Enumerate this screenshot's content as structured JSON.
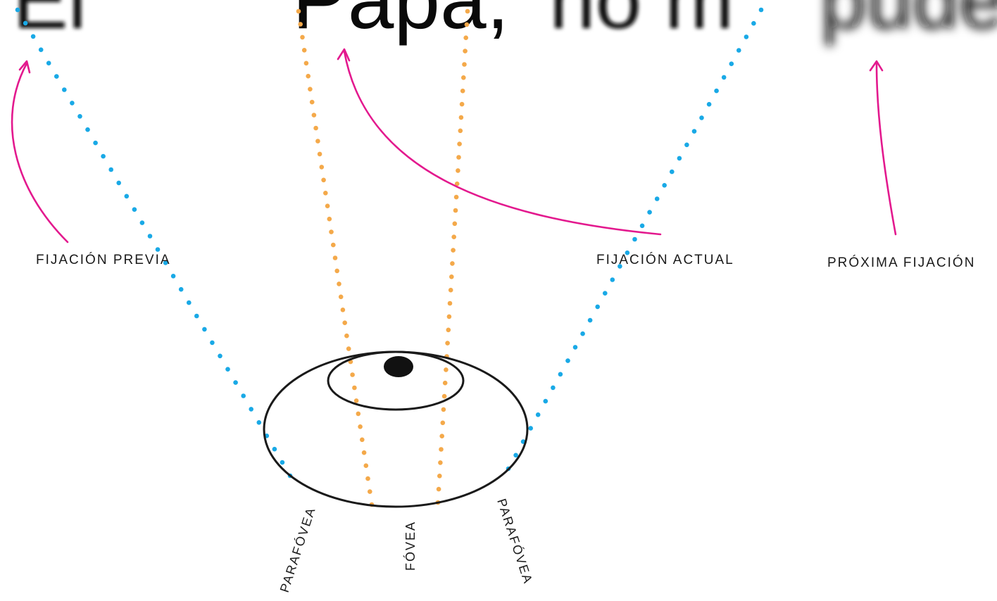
{
  "sentence": {
    "text_left": "El ",
    "text_focus": "Papá,",
    "text_right": " no m",
    "text_far": "pude"
  },
  "labels": {
    "previous": "FIJACIÓN PREVIA",
    "current": "FIJACIÓN ACTUAL",
    "next": "PRÓXIMA FIJACIÓN"
  },
  "regions": {
    "left": "PARAFÓVEA",
    "center": "FÓVEA",
    "right": "PARAFÓVEA"
  },
  "colors": {
    "parafovea_rays": "#19a9e6",
    "fovea_rays": "#f4a94a",
    "arrows": "#e3198e",
    "eye_outline": "#1a1a1a"
  }
}
